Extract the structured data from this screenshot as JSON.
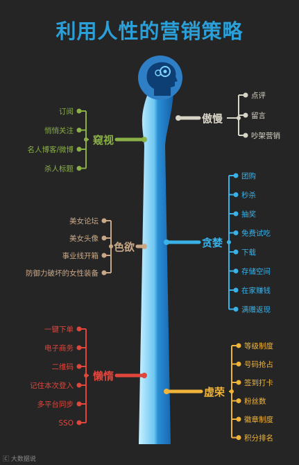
{
  "title": "利用人性的营销策略",
  "footer": "大数据说",
  "colors": {
    "background": "#252525",
    "title": "#2a9fd8",
    "spine_light": "#b9ecff",
    "spine_dark": "#1a78c0",
    "head": "#2f80c8",
    "arrogance": "#d8d4c6",
    "voyeurism": "#8ab048",
    "lust": "#c9a888",
    "greed": "#3ab2e8",
    "laziness": "#e0463c",
    "vanity": "#f0b43a"
  },
  "branches": [
    {
      "id": "arrogance",
      "label": "傲慢",
      "items": [
        "点评",
        "留言",
        "吵架营销"
      ]
    },
    {
      "id": "voyeurism",
      "label": "窥视",
      "items": [
        "订阅",
        "悄悄关注",
        "名人博客/微博",
        "杀人标题"
      ]
    },
    {
      "id": "greed",
      "label": "贪婪",
      "items": [
        "团购",
        "秒杀",
        "抽奖",
        "免费试吃",
        "下载",
        "存储空间",
        "在家赚钱",
        "满赠返现"
      ]
    },
    {
      "id": "lust",
      "label": "色欲",
      "items": [
        "美女论坛",
        "美女头像",
        "事业线开箱",
        "防御力破坏的女性装备"
      ]
    },
    {
      "id": "laziness",
      "label": "懒惰",
      "items": [
        "一键下单",
        "电子商务",
        "二维码",
        "记住本次登入",
        "多平台同步",
        "SSO"
      ]
    },
    {
      "id": "vanity",
      "label": "虚荣",
      "items": [
        "等级制度",
        "号码抢占",
        "签到打卡",
        "粉丝数",
        "徽章制度",
        "积分排名"
      ]
    }
  ]
}
